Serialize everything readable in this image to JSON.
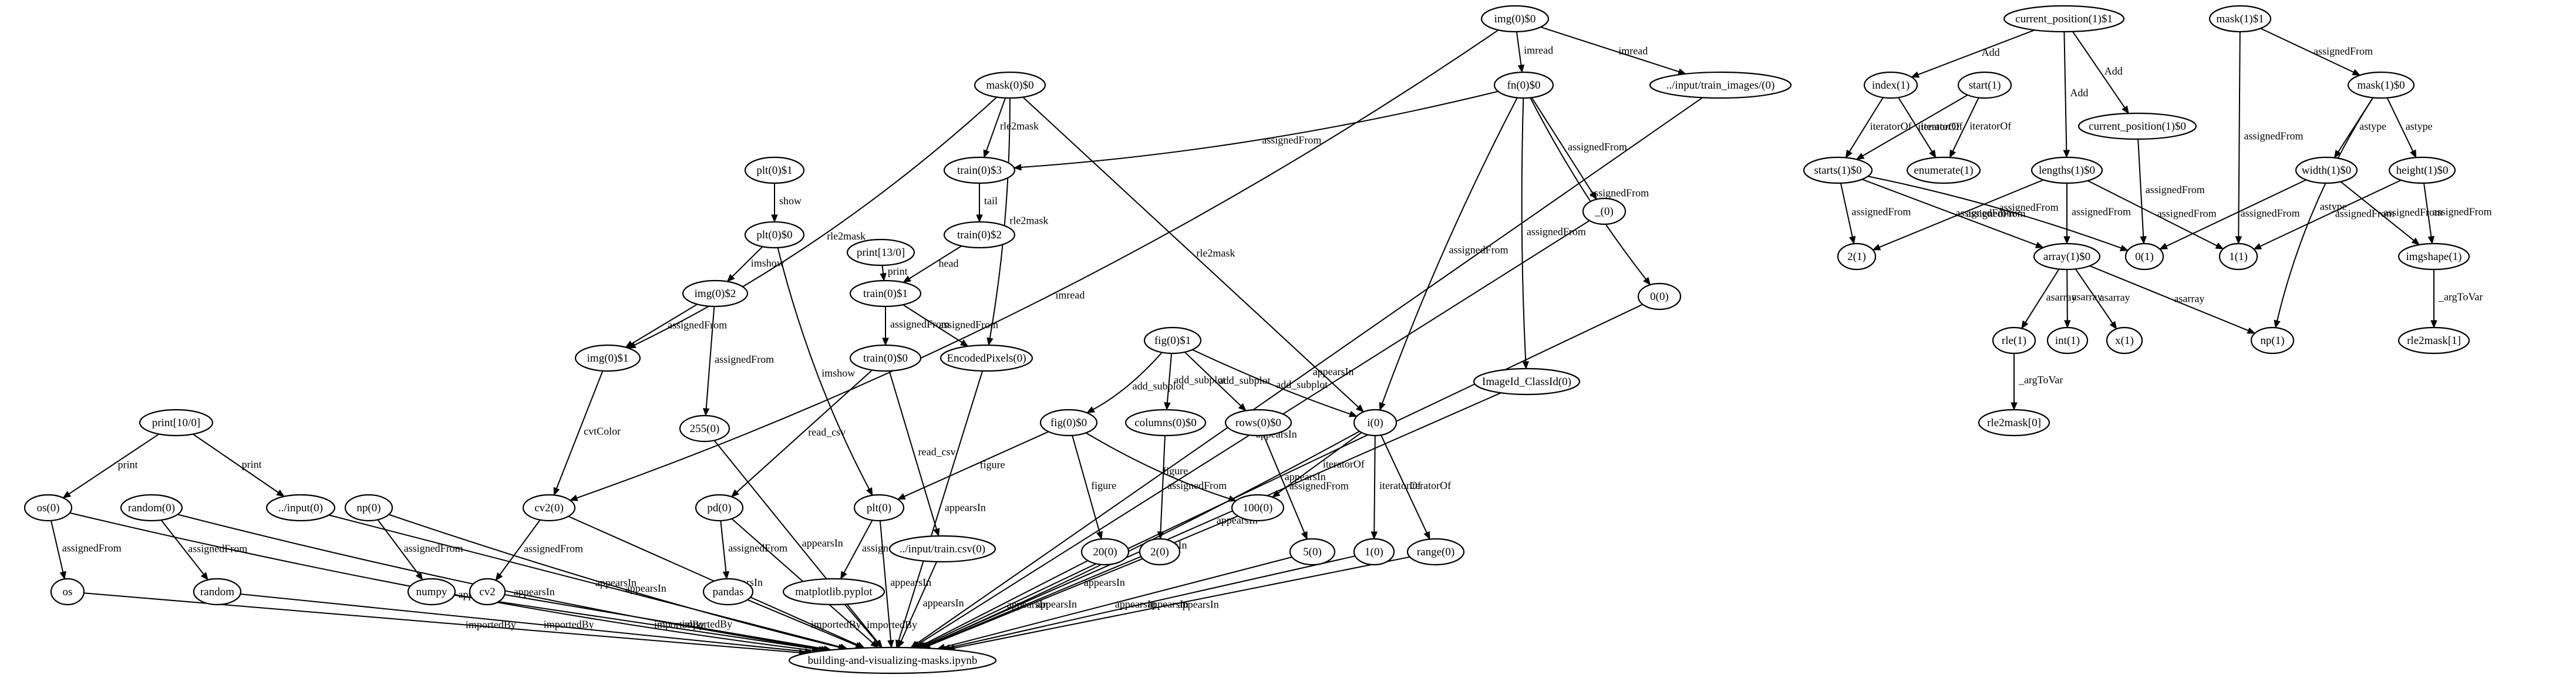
{
  "graph": {
    "nodes": {
      "img0_0": "img(0)$0",
      "fn0_0": "fn(0)$0",
      "input_train_images": "../input/train_images/(0)",
      "mask0_0": "mask(0)$0",
      "train0_3": "train(0)$3",
      "train0_2": "train(0)$2",
      "train0_1": "train(0)$1",
      "train0_0": "train(0)$0",
      "plt0_1": "plt(0)$1",
      "plt0_0": "plt(0)$0",
      "img0_2": "img(0)$2",
      "img0_1": "img(0)$1",
      "n255": "255(0)",
      "cv2_0": "cv2(0)",
      "cv2": "cv2",
      "print13": "print[13/0]",
      "print10": "print[10/0]",
      "os0": "os(0)",
      "os": "os",
      "random0": "random(0)",
      "random": "random",
      "input0": "../input(0)",
      "np0": "np(0)",
      "numpy": "numpy",
      "pd0": "pd(0)",
      "pandas": "pandas",
      "plt0": "plt(0)",
      "matplotlib": "matplotlib.pyplot",
      "input_train_csv": "../input/train.csv(0)",
      "encoded_pixels": "EncodedPixels(0)",
      "fig0_1": "fig(0)$1",
      "fig0_0": "fig(0)$0",
      "columns0_0": "columns(0)$0",
      "rows0_0": "rows(0)$0",
      "n20": "20(0)",
      "n2_0": "2(0)",
      "n100": "100(0)",
      "n5": "5(0)",
      "i0": "i(0)",
      "n1_0": "1(0)",
      "range0": "range(0)",
      "underscore0": "_(0)",
      "zero0": "0(0)",
      "imageid": "ImageId_ClassId(0)",
      "notebook": "building-and-visualizing-masks.ipynb",
      "current_position1_1": "current_position(1)$1",
      "index1": "index(1)",
      "start1": "start(1)",
      "current_position1_0": "current_position(1)$0",
      "starts1_0": "starts(1)$0",
      "enumerate1": "enumerate(1)",
      "lengths1_0": "lengths(1)$0",
      "n2_1": "2(1)",
      "array1_0": "array(1)$0",
      "zero1": "0(1)",
      "one1": "1(1)",
      "rle1": "rle(1)",
      "int1": "int(1)",
      "x1": "x(1)",
      "np1": "np(1)",
      "rle2mask0": "rle2mask[0]",
      "mask1_1": "mask(1)$1",
      "mask1_0": "mask(1)$0",
      "width1_0": "width(1)$0",
      "height1_0": "height(1)$0",
      "imgshape1": "imgshape(1)",
      "rle2mask1": "rle2mask[1]"
    },
    "edge_labels": {
      "imread": "imread",
      "rle2mask": "rle2mask",
      "assignedFrom": "assignedFrom",
      "show": "show",
      "imshow": "imshow",
      "cvtColor": "cvtColor",
      "print": "print",
      "tail": "tail",
      "head": "head",
      "read_csv": "read_csv",
      "figure": "figure",
      "add_subplot": "add_subplot",
      "iteratorOf": "iteratorOf",
      "appearsIn": "appearsIn",
      "importedBy": "importedBy",
      "Add": "Add",
      "astype": "astype",
      "asarray": "asarray",
      "argToVar": "_argToVar"
    }
  }
}
